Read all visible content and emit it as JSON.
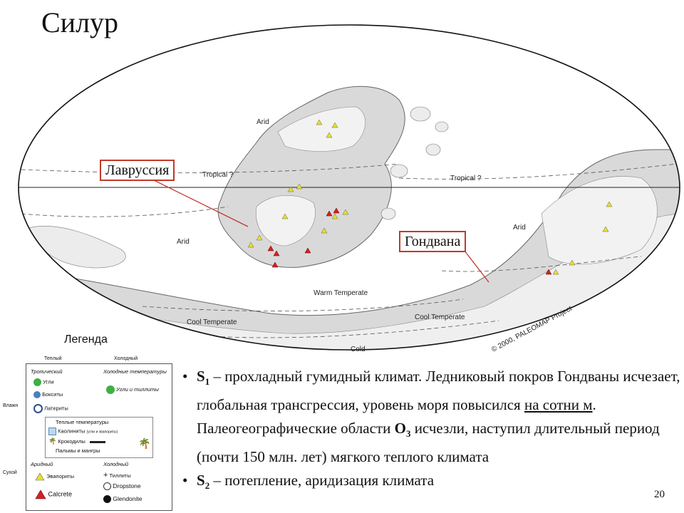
{
  "title": "Силур",
  "map": {
    "labels": {
      "arid_north": "Arid",
      "tropical_left": "Tropical ?",
      "tropical_right": "Tropical ?",
      "arid_left": "Arid",
      "arid_right": "Arid",
      "warm_temperate": "Warm Temperate",
      "cool_temperate_left": "Cool Temperate",
      "cool_temperate_right": "Cool Temperate",
      "cold": "Cold",
      "copyright": "© 2000, PALEOMAP Project"
    },
    "callouts": {
      "laurussia": "Лаврусcия",
      "gondwana": "Гондвана"
    }
  },
  "legend": {
    "heading": "Легенда",
    "col_warm": "Теплый",
    "col_cold": "Холодный",
    "row_wet": "Влажн",
    "row_dry": "Сухой",
    "tropical": "Тропический",
    "coal": "Угли",
    "bauxite": "Бокситы",
    "laterite": "Латериты",
    "cold_temps": "Холодные температуры",
    "coal_tillite": "Угли и тиллиты",
    "warm_temps": "Теплые температуры",
    "kaolinite": "Каолиниты",
    "kaolinite_note": "(угли и эвапориты)",
    "crocodiles": "Крокодилы",
    "palms": "Пальмы и мангры",
    "arid": "Аридный",
    "evaporites": "Эвапориты",
    "calcrete": "Calcrete",
    "cold2": "Холодный",
    "tillites": "Тиллиты",
    "dropstone": "Dropstone",
    "glendonite": "Glendonite"
  },
  "notes": [
    {
      "sym": "S",
      "sub": "1",
      "before": " – прохладный гумидный климат. Ледниковый покров Гондваны исчезает, глобальная трансгрессия, уровень моря повысился ",
      "underlined": "на сотни м",
      "after": ". Палеогеографические области ",
      "sym2": "O",
      "sub2": "3",
      "after2": " исчезли, наступил длительный период (почти 150 млн. лет) мягкого теплого климата"
    },
    {
      "sym": "S",
      "sub": "2",
      "before": " – потепление, аридизация климата"
    }
  ],
  "page_number": "20",
  "colors": {
    "callout_border": "#c0392b",
    "land": "#d9d9d9",
    "evaporite": "#e8df2a",
    "calcrete": "#d62020",
    "coal": "#3cb043",
    "bauxite": "#4a7fc1"
  }
}
